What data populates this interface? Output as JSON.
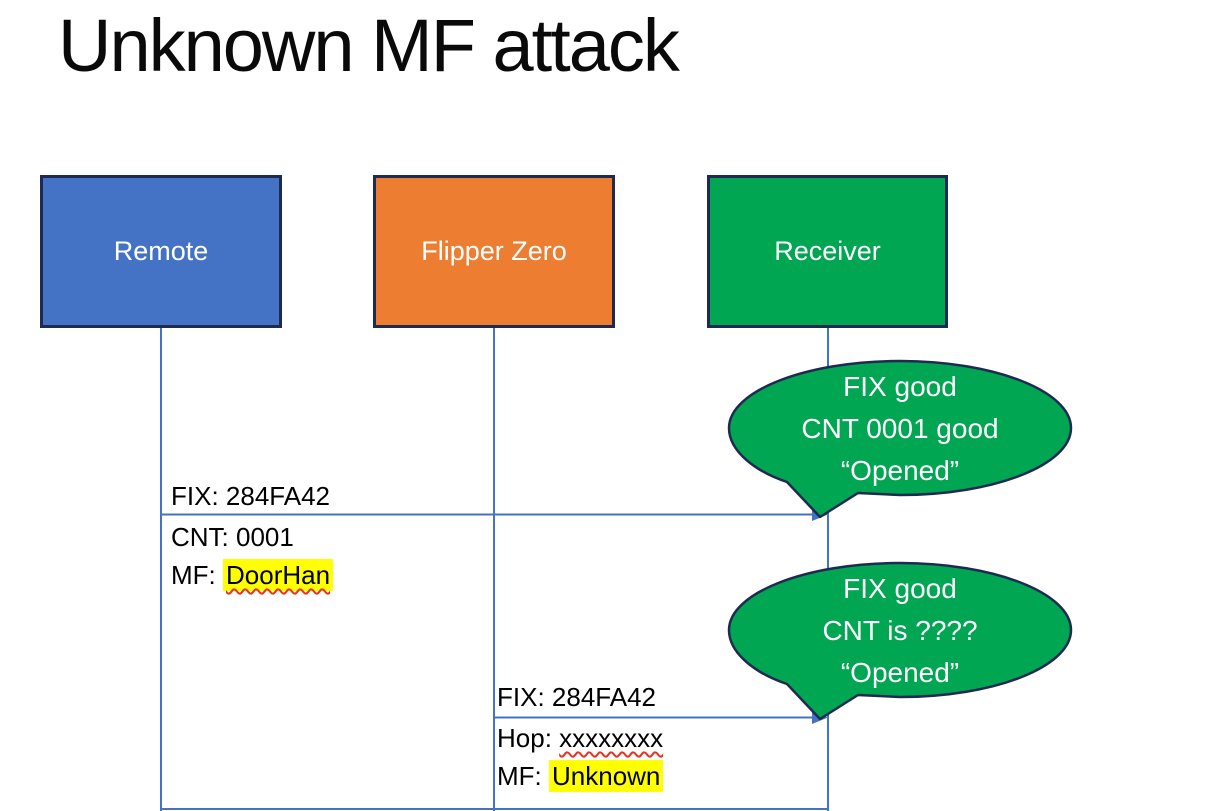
{
  "title": "Unknown MF attack",
  "actors": [
    {
      "id": "remote",
      "label": "Remote",
      "fill": "#4472C4"
    },
    {
      "id": "flipper-zero",
      "label": "Flipper Zero",
      "fill": "#ED7D31"
    },
    {
      "id": "receiver",
      "label": "Receiver",
      "fill": "#00A651"
    }
  ],
  "messages": {
    "m1": {
      "from": "Remote",
      "to": "Receiver",
      "line1": "FIX: 284FA42",
      "line2": "CNT: 0001",
      "line3_prefix": "MF: ",
      "line3_value": "DoorHan",
      "line3_decoration": "yellow-highlight and red-squiggle"
    },
    "m2": {
      "from": "Flipper Zero",
      "to": "Receiver",
      "line1": "FIX: 284FA42",
      "line2_prefix": "Hop: ",
      "line2_value": "xxxxxxxx",
      "line2_decoration": "red-squiggle",
      "line3_prefix": "MF: ",
      "line3_value": "Unknown",
      "line3_decoration": "yellow-highlight"
    }
  },
  "bubbles": {
    "b1": {
      "speaker": "Receiver",
      "line1": "FIX good",
      "line2": "CNT 0001 good",
      "line3": "“Opened”"
    },
    "b2": {
      "speaker": "Receiver",
      "line1": "FIX good",
      "line2": "CNT is ????",
      "line3": "“Opened”"
    }
  },
  "colors": {
    "actor_blue": "#4472C4",
    "actor_orange": "#ED7D31",
    "actor_green": "#00A651",
    "bubble_green": "#00A651",
    "shape_border_navy": "#1F2A52",
    "line_blue": "#4472C4",
    "highlight_yellow": "#FFFF00",
    "squiggle_red": "#E8321F",
    "title_text": "#0A0A0A",
    "bubble_text": "#FFFFFF"
  }
}
